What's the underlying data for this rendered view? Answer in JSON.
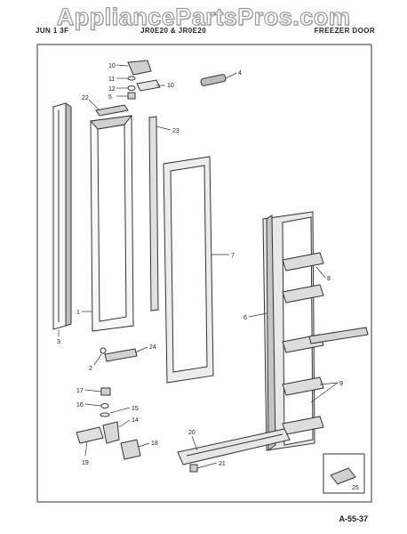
{
  "watermark": "AppliancePartsPros.com",
  "header": {
    "left": "JUN 1 3F",
    "middle": "JR0E20 & JR0E20",
    "right": "FREEZER DOOR"
  },
  "page_code": "A-55-37",
  "callouts": {
    "p1": "1",
    "p2": "2",
    "p3": "3",
    "p4": "4",
    "p5": "5",
    "p6": "6",
    "p7": "7",
    "p8": "8",
    "p9": "9",
    "p10a": "10",
    "p10b": "10",
    "p11": "11",
    "p12": "12",
    "p14": "14",
    "p15": "15",
    "p16": "16",
    "p17": "17",
    "p18": "18",
    "p19": "19",
    "p20": "20",
    "p21": "21",
    "p22": "22",
    "p23": "23",
    "p24": "24",
    "p25": "25"
  }
}
